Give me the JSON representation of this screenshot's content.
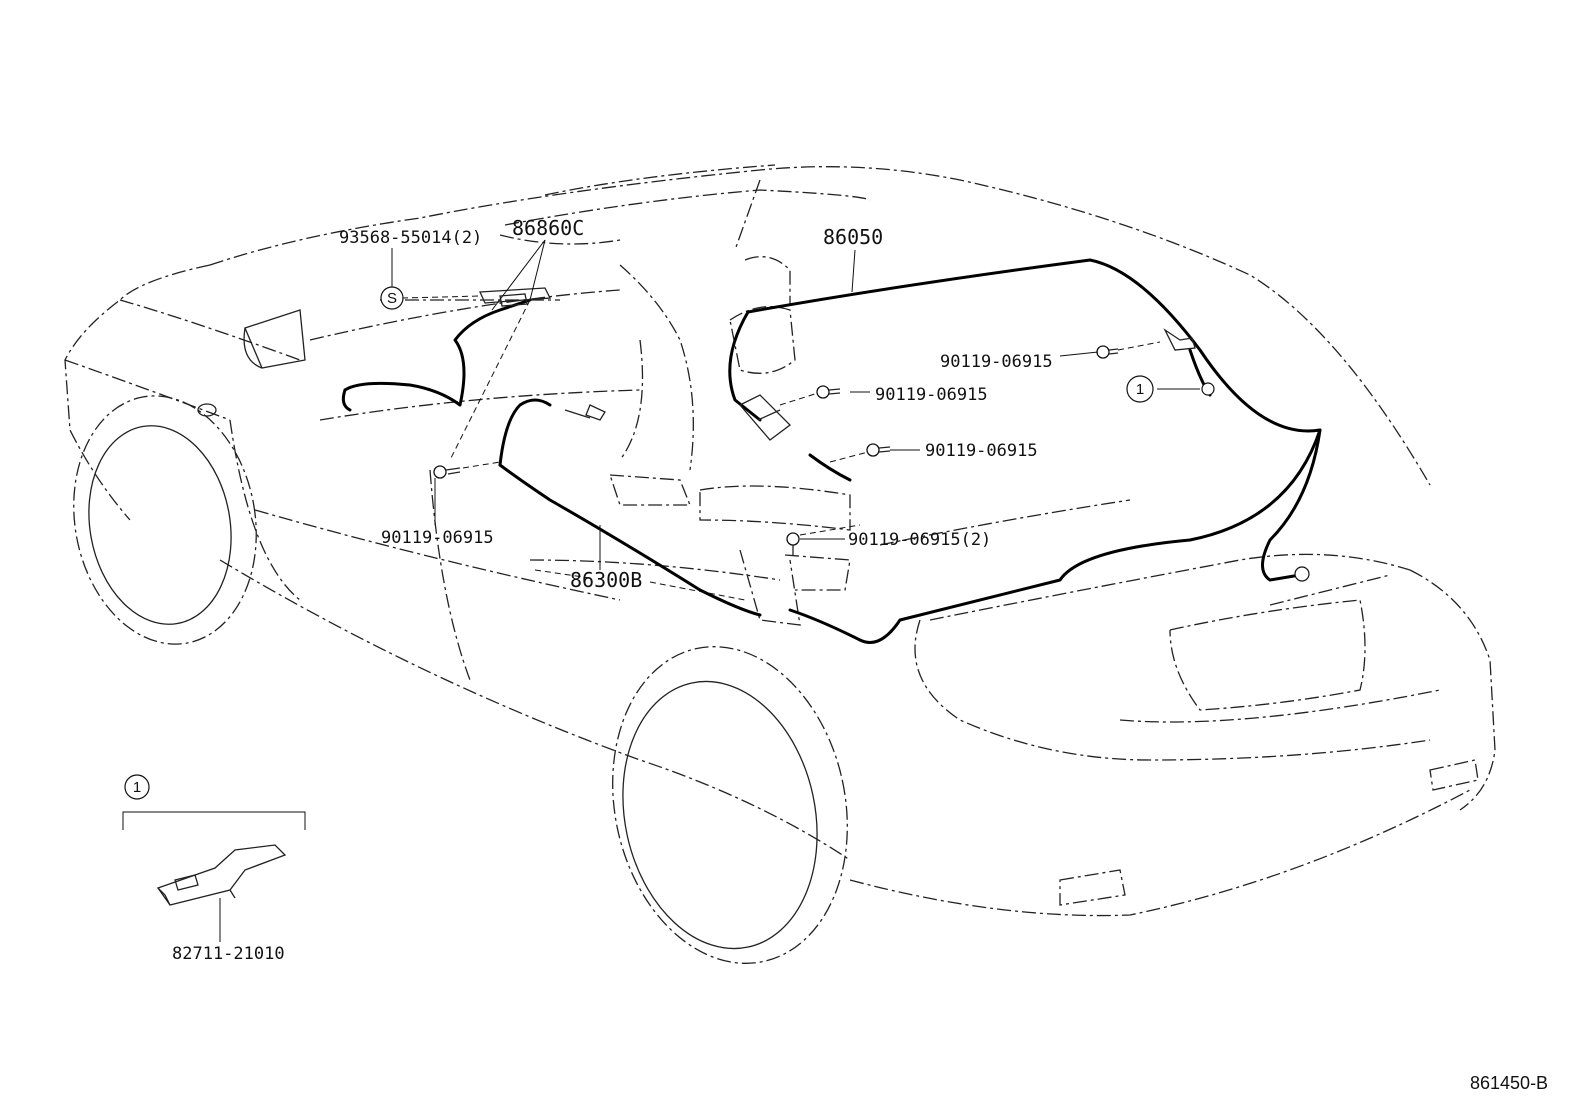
{
  "labels": {
    "p_93568": "93568-55014(2)",
    "p_86860c": "86860C",
    "p_86050": "86050",
    "p_90119_a": "90119-06915",
    "p_90119_b": "90119-06915",
    "p_90119_c": "90119-06915",
    "p_90119_d": "90119-06915",
    "p_90119_e": "90119-06915(2)",
    "p_86300b": "86300B",
    "p_82711": "82711-21010",
    "callout_1": "1",
    "callout_1_detail": "1",
    "callout_s": "S",
    "diagram_ref": "861450-B"
  },
  "icons": [
    "bolt-icon",
    "clip-icon",
    "connector-icon",
    "lamp-icon"
  ]
}
